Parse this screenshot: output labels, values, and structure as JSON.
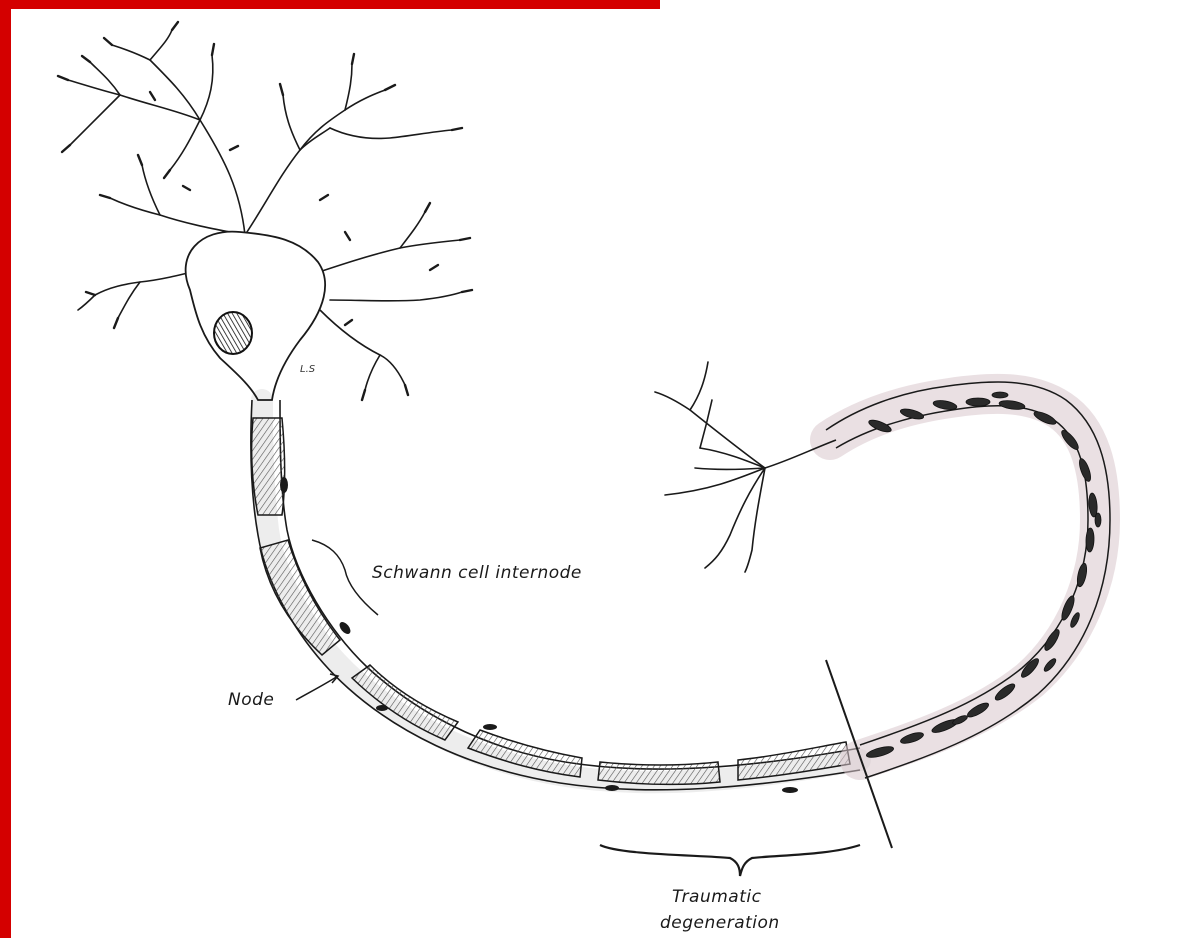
{
  "colors": {
    "frame": "#d40000",
    "ink": "#1a1a1a",
    "hatch": "#6b6b6b",
    "degenerated_shade": "#d9c6cc"
  },
  "labels": {
    "schwann": "Schwann cell internode",
    "node": "Node",
    "traumatic_line1": "Traumatic",
    "traumatic_line2": "degeneration",
    "soma_mark": "L.S"
  }
}
